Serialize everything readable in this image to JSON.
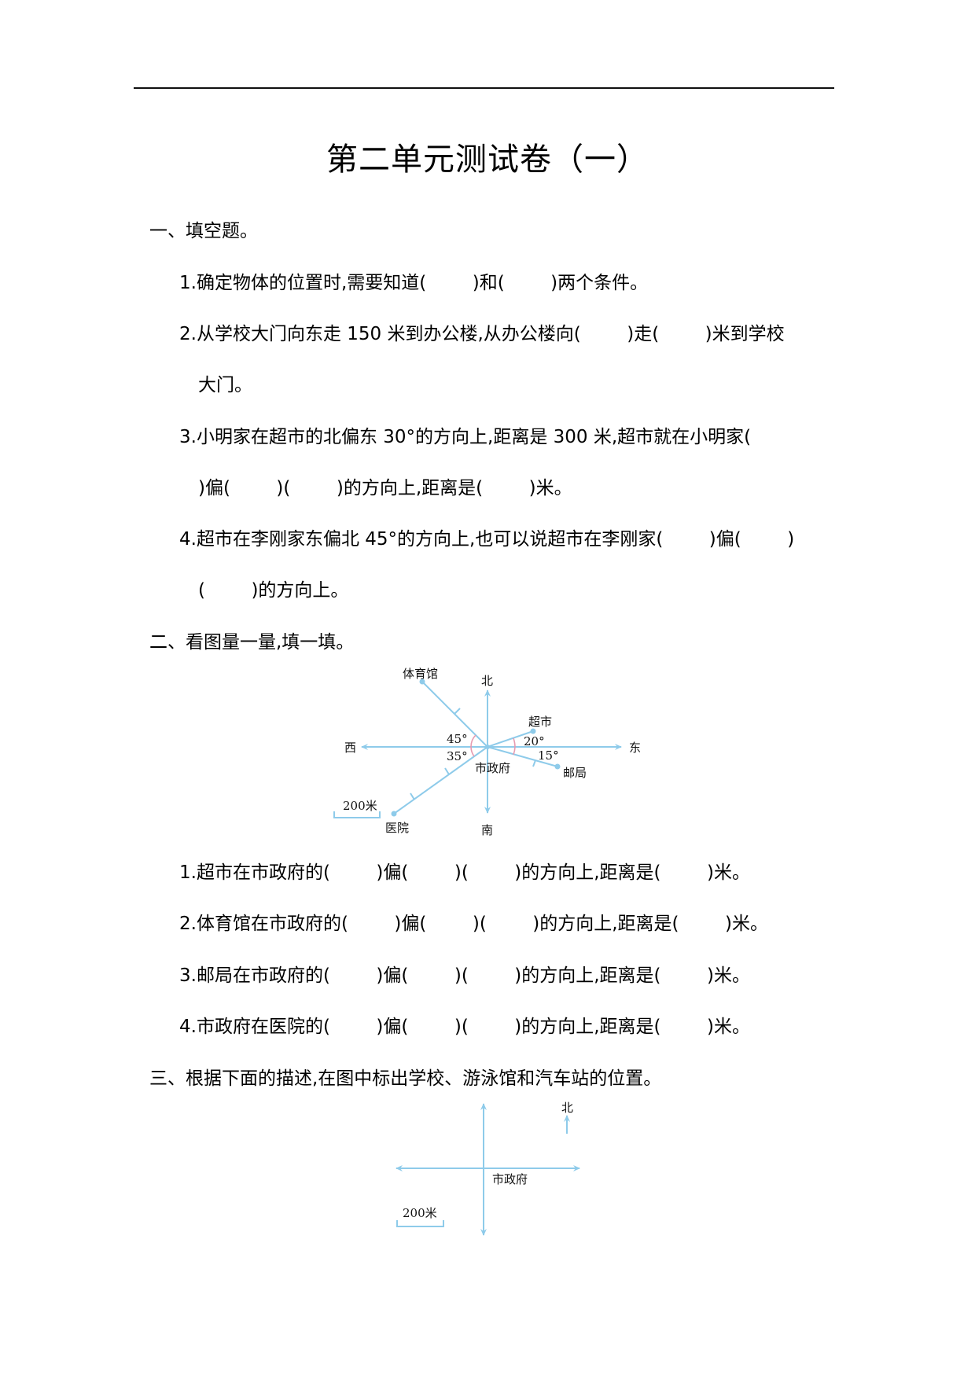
{
  "document": {
    "title": "第二单元测试卷（一）"
  },
  "section1": {
    "heading": "一、填空题。",
    "q1": "1.确定物体的位置时,需要知道(        )和(        )两个条件。",
    "q2_line1": "2.从学校大门向东走 150 米到办公楼,从办公楼向(        )走(        )米到学校",
    "q2_line2": "大门。",
    "q3_line1": "3.小明家在超市的北偏东 30°的方向上,距离是 300 米,超市就在小明家(",
    "q3_line2": ")偏(        )(        )的方向上,距离是(        )米。",
    "q4_line1": "4.超市在李刚家东偏北 45°的方向上,也可以说超市在李刚家(        )偏(        )",
    "q4_line2": "(        )的方向上。"
  },
  "section2": {
    "heading": "二、看图量一量,填一填。",
    "diagram": {
      "directions": {
        "north": "北",
        "south": "南",
        "east": "东",
        "west": "西"
      },
      "center": "市政府",
      "places": {
        "gym": "体育馆",
        "supermarket": "超市",
        "post_office": "邮局",
        "hospital": "医院"
      },
      "angles": {
        "gym": "45°",
        "hospital": "35°",
        "supermarket": "20°",
        "post_office": "15°"
      },
      "scale": "200米",
      "colors": {
        "line": "#8ecbea",
        "arc": "#e79ab0"
      }
    },
    "q1": "1.超市在市政府的(        )偏(        )(        )的方向上,距离是(        )米。",
    "q2": "2.体育馆在市政府的(        )偏(        )(        )的方向上,距离是(        )米。",
    "q3": "3.邮局在市政府的(        )偏(        )(        )的方向上,距离是(        )米。",
    "q4": "4.市政府在医院的(        )偏(        )(        )的方向上,距离是(        )米。"
  },
  "section3": {
    "heading": "三、根据下面的描述,在图中标出学校、游泳馆和汽车站的位置。",
    "diagram": {
      "north": "北",
      "center": "市政府",
      "scale": "200米"
    }
  }
}
